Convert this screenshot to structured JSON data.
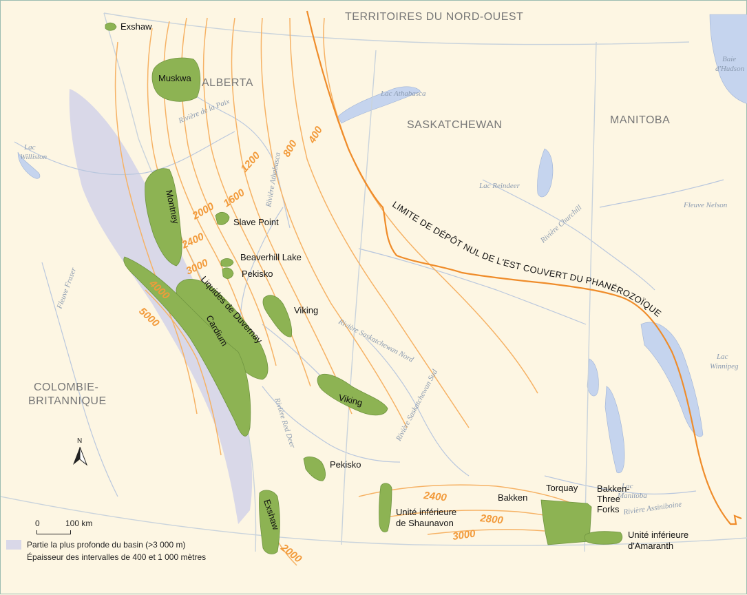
{
  "regions": {
    "nwt": "TERRITOIRES DU NORD-OUEST",
    "alberta": "ALBERTA",
    "saskatchewan": "SASKATCHEWAN",
    "manitoba": "MANITOBA",
    "bc_line1": "COLOMBIE-",
    "bc_line2": "BRITANNIQUE"
  },
  "water_labels": {
    "athabasca_lake": "Lac Athabasca",
    "baie_hudson_1": "Baie",
    "baie_hudson_2": "d'Hudson",
    "lac_williston_1": "Lac",
    "lac_williston_2": "Williston",
    "riviere_paix": "Rivière de la Paix",
    "riviere_athabasca": "Rivière Athabasca",
    "lac_reindeer": "Lac Reindeer",
    "riviere_churchill": "Rivière Churchill",
    "fleuve_nelson": "Fleuve Nelson",
    "fleuve_fraser": "Fleuve Fraser",
    "sask_nord": "Rivière Saskatchewan Nord",
    "sask_sud": "Rivière Saskatchewan Sud",
    "red_deer": "Rivière Red Deer",
    "lac_winnipeg_1": "Lac",
    "lac_winnipeg_2": "Winnipeg",
    "lac_manitoba_1": "Lac",
    "lac_manitoba_2": "Manitoba",
    "assiniboine": "Rivière Assiniboine"
  },
  "isopach_labels": {
    "i400": "400",
    "i800": "800",
    "i1200": "1200",
    "i1600": "1600",
    "i2000": "2000",
    "i2400": "2400",
    "i3000": "3000",
    "i4000": "4000",
    "i5000": "5000",
    "s2400": "2400",
    "s2800": "2800",
    "s3000": "3000",
    "s2000": "2000"
  },
  "limit_label": "LIMITE DE DÉPÔT NUL DE L'EST COUVERT DU PHANÉROZOÏQUE",
  "plays": {
    "exshaw_north": "Exshaw",
    "muskwa": "Muskwa",
    "montney": "Montney",
    "slave_point": "Slave Point",
    "beaverhill_lake": "Beaverhill Lake",
    "pekisko_north": "Pekisko",
    "duvernay": "Liquides de Duvernay",
    "cardium": "Cardium",
    "viking_north": "Viking",
    "viking_south": "Viking",
    "pekisko_south": "Pekisko",
    "exshaw_south": "Exshaw",
    "shaunavon_1": "Unité inférieure",
    "shaunavon_2": "de Shaunavon",
    "bakken": "Bakken",
    "torquay": "Torquay",
    "btf_1": "Bakken-",
    "btf_2": "Three",
    "btf_3": "Forks",
    "amaranth_1": "Unité inférieure",
    "amaranth_2": "d'Amaranth"
  },
  "north_arrow": "N",
  "scale": {
    "zero": "0",
    "label": "100 km"
  },
  "legend": {
    "deep_basin": "Partie la plus profonde du basin (>3 000 m)",
    "isopach": "Épaisseur des intervalles de 400 et 1 000 mètres"
  },
  "colors": {
    "background": "#fdf6e3",
    "play_fill": "#8db353",
    "deep_basin": "#d9d8e8",
    "isopach": "#f6b265",
    "limit_line": "#ef8c2a",
    "water": "#c5d4ee",
    "border": "#c9d3dc"
  }
}
